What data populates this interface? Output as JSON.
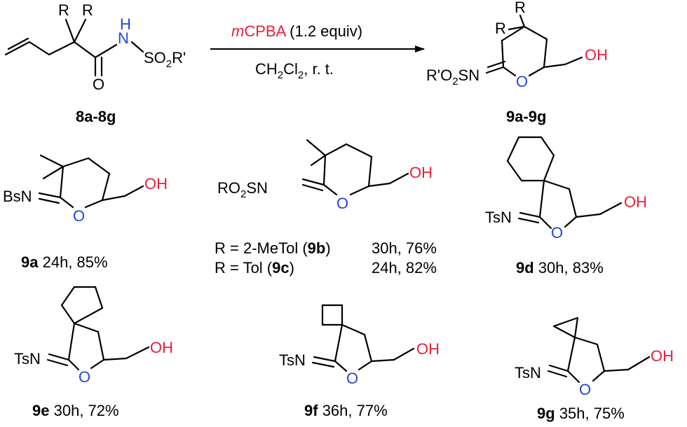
{
  "colors": {
    "oxygen": "#2546d8",
    "hydroxyl_and_reagent": "#e8203a",
    "bond": "#000000"
  },
  "reaction": {
    "reagent_prefix": "m",
    "reagent_name": "CPBA",
    "reagent_amount": "(1.2 equiv)",
    "solvent_a": "CH",
    "solvent_sub_a": "2",
    "solvent_b": "Cl",
    "solvent_sub_b": "2",
    "conditions": ", r. t."
  },
  "starting_material": {
    "label": "8a-8g",
    "r1": "R",
    "r2": "R",
    "nh_n": "N",
    "nh_h": "H",
    "carbonyl_o": "O",
    "so2_a": "SO",
    "so2_sub": "2",
    "so2_b": "R'"
  },
  "product": {
    "label": "9a-9g",
    "r1": "R",
    "r2": "R",
    "imine_a": "R'O",
    "imine_sub": "2",
    "imine_b": "SN",
    "ring_o": "O",
    "oh": "OH"
  },
  "compounds": [
    {
      "id": "9a",
      "n_label": "BsN",
      "ring_o": "O",
      "oh": "OH",
      "result": "24h, 85%"
    },
    {
      "id": "9b",
      "n_label_a": "RO",
      "n_label_sub": "2",
      "n_label_b": "SN",
      "ring_o": "O",
      "oh": "OH",
      "line1_prefix": "R = 2-MeTol (",
      "line1_suffix": ")",
      "line1_result": "30h, 76%"
    },
    {
      "id": "9c",
      "line2_prefix": "R = Tol (",
      "line2_suffix": ")",
      "line2_result": "24h, 82%"
    },
    {
      "id": "9d",
      "n_label": "TsN",
      "ring_o": "O",
      "oh": "OH",
      "result": "30h, 83%"
    },
    {
      "id": "9e",
      "n_label": "TsN",
      "ring_o": "O",
      "oh": "OH",
      "result": "30h, 72%"
    },
    {
      "id": "9f",
      "n_label": "TsN",
      "ring_o": "O",
      "oh": "OH",
      "result": "36h, 77%"
    },
    {
      "id": "9g",
      "n_label": "TsN",
      "ring_o": "O",
      "oh": "OH",
      "result": "35h, 75%"
    }
  ]
}
